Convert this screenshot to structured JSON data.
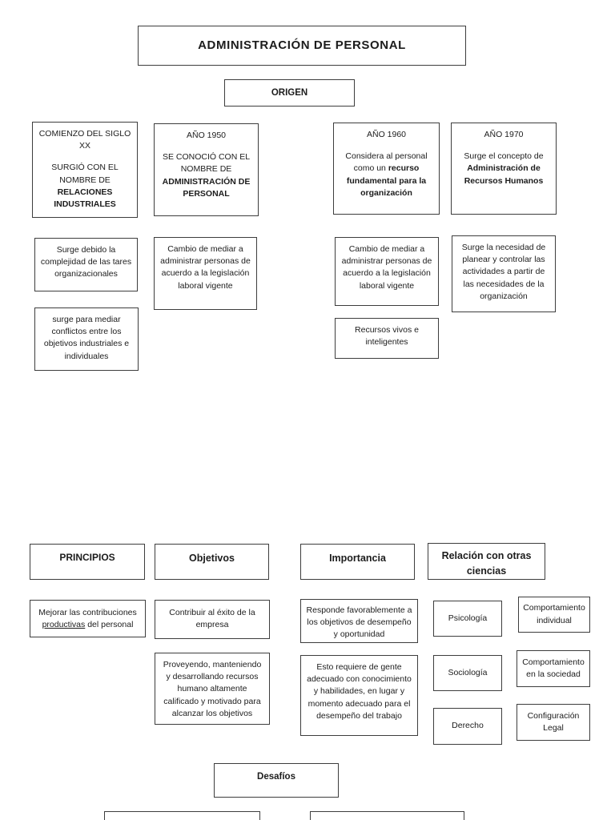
{
  "colors": {
    "border": "#3d3d3d",
    "text": "#1c1c1c",
    "background": "#ffffff"
  },
  "title": "ADMINISTRACIÓN DE PERSONAL",
  "origen": {
    "label": "ORIGEN"
  },
  "eras": [
    {
      "heading": "COMIENZO DEL SIGLO XX",
      "body": [
        {
          "t": "SURGIÓ CON EL NOMBRE DE "
        },
        {
          "t": "RELACIONES INDUSTRIALES",
          "b": true
        }
      ]
    },
    {
      "heading": "AÑO 1950",
      "body": [
        {
          "t": "SE CONOCIÓ CON EL NOMBRE DE "
        },
        {
          "t": "ADMINISTRACIÓN DE PERSONAL",
          "b": true
        }
      ]
    },
    {
      "heading": "AÑO 1960",
      "body": [
        {
          "t": "Considera al personal como un "
        },
        {
          "t": "recurso fundamental para la organización",
          "b": true
        }
      ]
    },
    {
      "heading": "AÑO 1970",
      "body": [
        {
          "t": "Surge el concepto de "
        },
        {
          "t": "Administración de Recursos Humanos",
          "b": true
        }
      ]
    }
  ],
  "notes": {
    "siglo_xx_1": "Surge debido la complejidad de las tares organizacionales",
    "siglo_xx_2": "surge para mediar conflictos entre los objetivos industriales e individuales",
    "ano_1950_1": "Cambio de mediar a administrar personas de acuerdo a la legislación laboral vigente",
    "ano_1960_1": "Cambio de mediar a administrar personas de acuerdo a la legislación laboral vigente",
    "ano_1960_2": "Recursos vivos e inteligentes",
    "ano_1970_1": "Surge la necesidad de planear y controlar las actividades a partir de las necesidades de la organización"
  },
  "sections": {
    "principios": {
      "label": "PRINCIPIOS",
      "item_runs": [
        {
          "t": "Mejorar las contribuciones "
        },
        {
          "t": "productivas",
          "u": true
        },
        {
          "t": " del personal"
        }
      ]
    },
    "objetivos": {
      "label": "Objetivos",
      "items": [
        "Contribuir al éxito de la empresa",
        "Proveyendo, manteniendo y desarrollando recursos humano altamente calificado y motivado para alcanzar los objetivos"
      ]
    },
    "importancia": {
      "label": "Importancia",
      "items": [
        "Responde favorablemente a los objetivos de desempeño y oportunidad",
        "Esto requiere de gente adecuado con conocimiento y habilidades, en lugar y momento adecuado para el desempeño del trabajo"
      ]
    },
    "relacion": {
      "label": "Relación con otras ciencias",
      "ciencias": [
        "Psicología",
        "Sociología",
        "Derecho"
      ],
      "comportamientos": [
        "Comportamiento individual",
        "Comportamiento en la sociedad",
        "Configuración Legal"
      ]
    }
  },
  "desafios": {
    "label": "Desafíos"
  }
}
